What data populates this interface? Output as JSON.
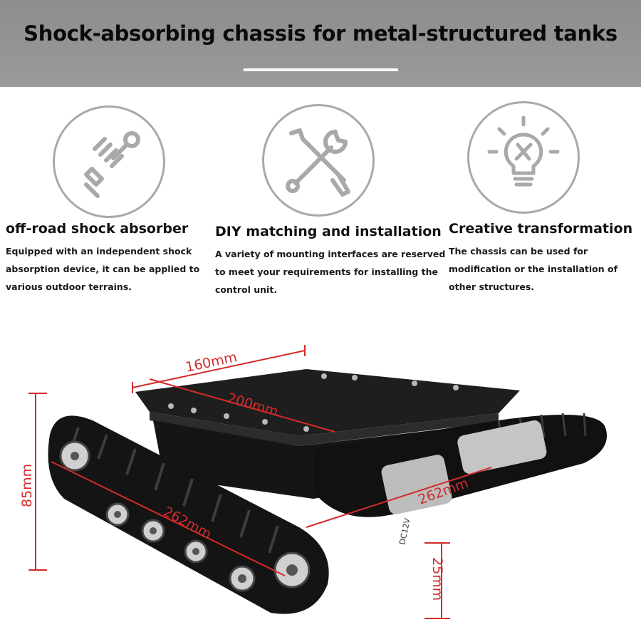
{
  "banner": {
    "title": "Shock-absorbing chassis for metal-structured tanks"
  },
  "features": [
    {
      "icon": "shock-absorber-icon",
      "title": "off-road shock absorber",
      "description": "Equipped with an independent shock absorption device, it can be applied to various outdoor terrains."
    },
    {
      "icon": "wrench-screwdriver-icon",
      "title": "DIY matching and installation",
      "description": "A variety of mounting interfaces are reserved to meet your requirements for installing the control unit."
    },
    {
      "icon": "lightbulb-icon",
      "title": "Creative transformation",
      "description": "The chassis can be used for modification or the installation of other structures."
    }
  ],
  "dimensions": {
    "top_width": "160mm",
    "top_length": "200mm",
    "height": "85mm",
    "track_length_left": "262mm",
    "track_length_right": "262mm",
    "ground_clearance": "25mm"
  },
  "motor_label": "DC12V",
  "colors": {
    "banner_bg": "#959595",
    "icon_gray": "#a9a9a9",
    "dimension_red": "#d32a2a",
    "chassis_black": "#1c1c1c"
  }
}
